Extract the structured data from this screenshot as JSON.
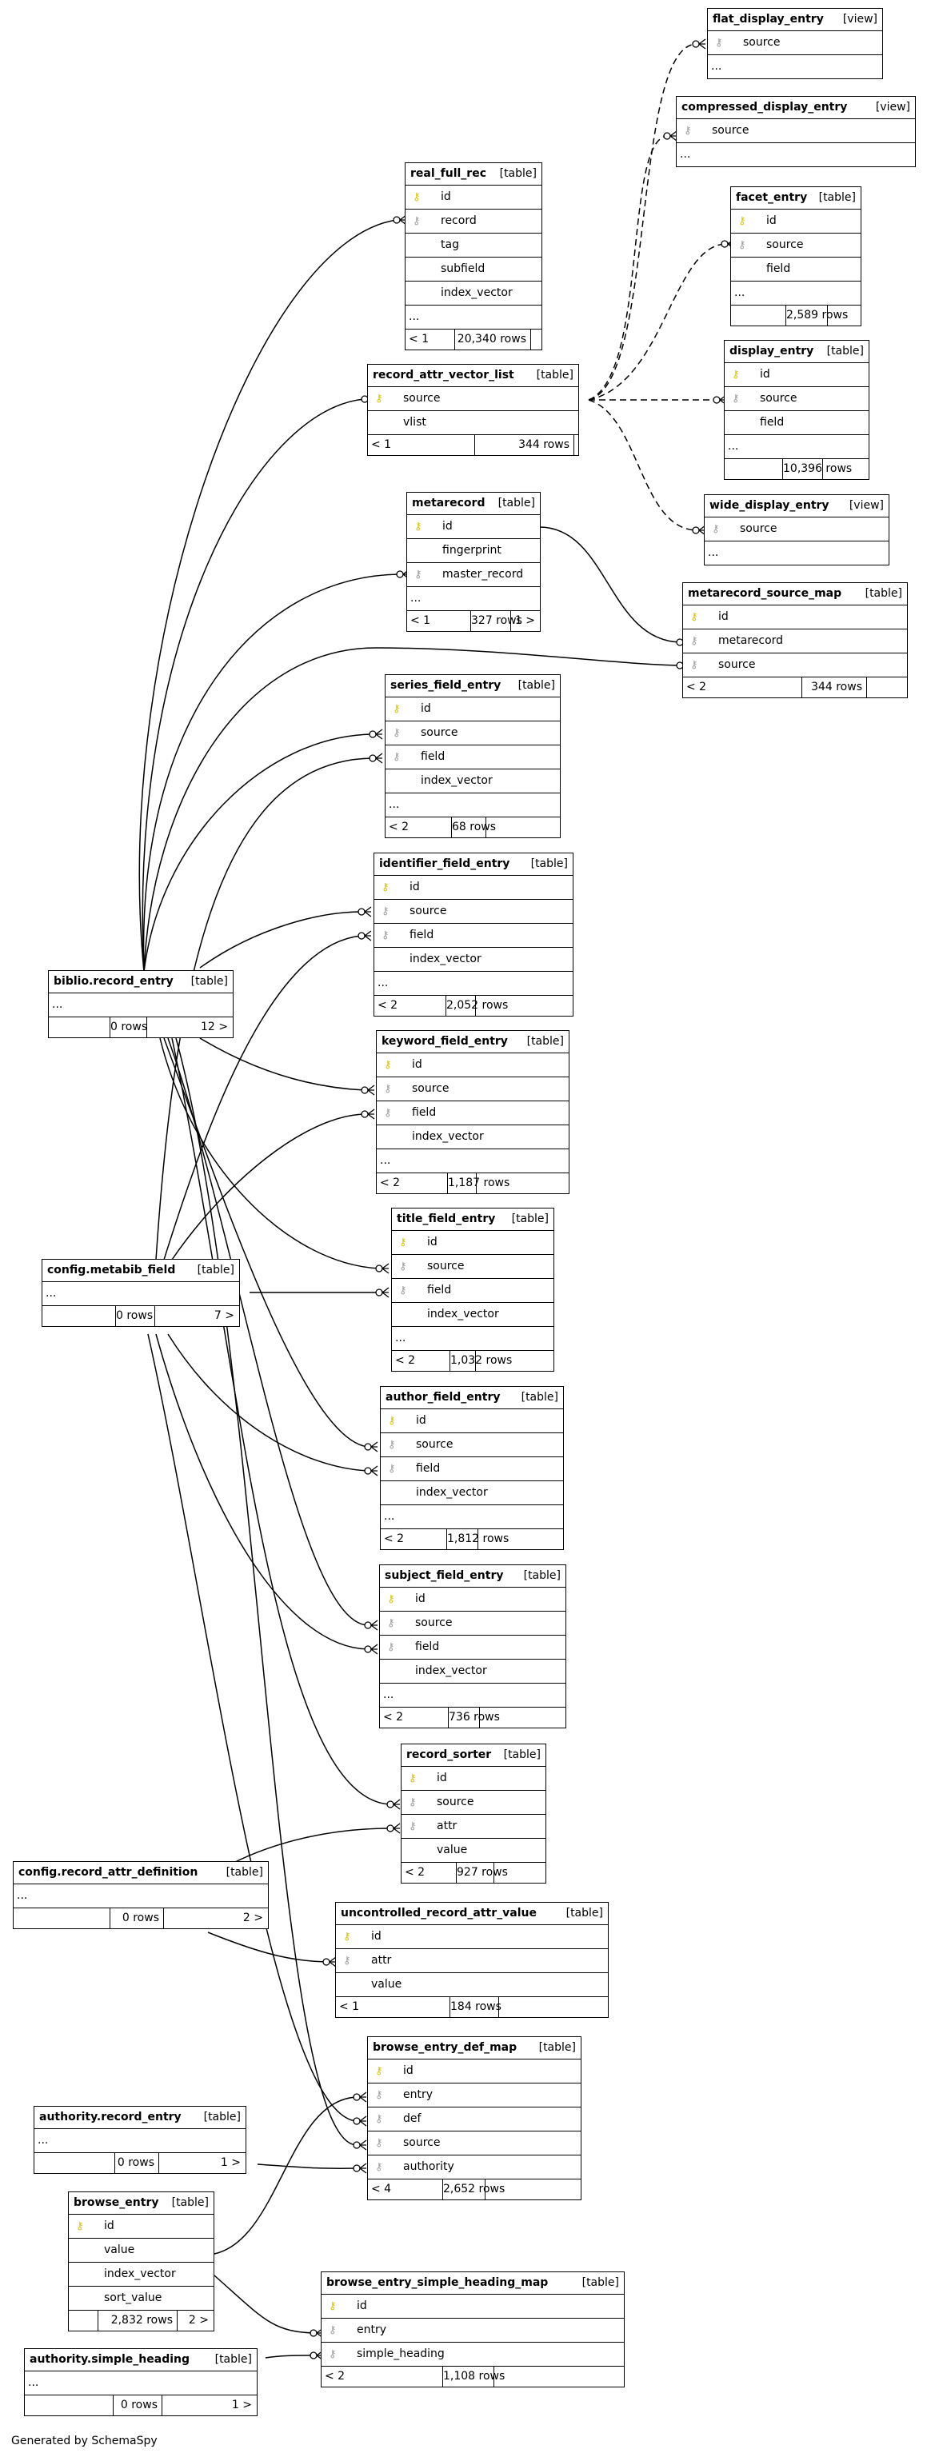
{
  "footer_text": "Generated by SchemaSpy",
  "tables": [
    {
      "id": "flat_display_entry",
      "name": "flat_display_entry",
      "type": "[view]",
      "cols": [
        {
          "k": "fk",
          "n": "source"
        },
        {
          "k": "",
          "n": "..."
        }
      ]
    },
    {
      "id": "compressed_display_entry",
      "name": "compressed_display_entry",
      "type": "[view]",
      "cols": [
        {
          "k": "fk",
          "n": "source"
        },
        {
          "k": "",
          "n": "..."
        }
      ]
    },
    {
      "id": "real_full_rec",
      "name": "real_full_rec",
      "type": "[table]",
      "cols": [
        {
          "k": "pk",
          "n": "id"
        },
        {
          "k": "fk",
          "n": "record"
        },
        {
          "k": "",
          "n": "tag"
        },
        {
          "k": "",
          "n": "subfield"
        },
        {
          "k": "",
          "n": "index_vector"
        },
        {
          "k": "",
          "n": "..."
        }
      ],
      "foot": [
        "< 1",
        "20,340 rows",
        ""
      ]
    },
    {
      "id": "facet_entry",
      "name": "facet_entry",
      "type": "[table]",
      "cols": [
        {
          "k": "pk",
          "n": "id"
        },
        {
          "k": "fk",
          "n": "source"
        },
        {
          "k": "",
          "n": "field"
        },
        {
          "k": "",
          "n": "..."
        }
      ],
      "foot": [
        "",
        "2,589 rows",
        ""
      ]
    },
    {
      "id": "record_attr_vector_list",
      "name": "record_attr_vector_list",
      "type": "[table]",
      "cols": [
        {
          "k": "pk",
          "n": "source"
        },
        {
          "k": "",
          "n": "vlist"
        }
      ],
      "foot": [
        "< 1",
        "344 rows",
        ""
      ]
    },
    {
      "id": "display_entry",
      "name": "display_entry",
      "type": "[table]",
      "cols": [
        {
          "k": "pk",
          "n": "id"
        },
        {
          "k": "fk",
          "n": "source"
        },
        {
          "k": "",
          "n": "field"
        },
        {
          "k": "",
          "n": "..."
        }
      ],
      "foot": [
        "",
        "10,396 rows",
        ""
      ]
    },
    {
      "id": "wide_display_entry",
      "name": "wide_display_entry",
      "type": "[view]",
      "cols": [
        {
          "k": "fk",
          "n": "source"
        },
        {
          "k": "",
          "n": "..."
        }
      ]
    },
    {
      "id": "metarecord",
      "name": "metarecord",
      "type": "[table]",
      "cols": [
        {
          "k": "pk",
          "n": "id"
        },
        {
          "k": "",
          "n": "fingerprint"
        },
        {
          "k": "fk",
          "n": "master_record"
        },
        {
          "k": "",
          "n": "..."
        }
      ],
      "foot": [
        "< 1",
        "327 rows",
        "1 >"
      ]
    },
    {
      "id": "metarecord_source_map",
      "name": "metarecord_source_map",
      "type": "[table]",
      "cols": [
        {
          "k": "pk",
          "n": "id"
        },
        {
          "k": "fk",
          "n": "metarecord"
        },
        {
          "k": "fk",
          "n": "source"
        }
      ],
      "foot": [
        "< 2",
        "344 rows",
        ""
      ]
    },
    {
      "id": "series_field_entry",
      "name": "series_field_entry",
      "type": "[table]",
      "cols": [
        {
          "k": "pk",
          "n": "id"
        },
        {
          "k": "fk",
          "n": "source"
        },
        {
          "k": "fk",
          "n": "field"
        },
        {
          "k": "",
          "n": "index_vector"
        },
        {
          "k": "",
          "n": "..."
        }
      ],
      "foot": [
        "< 2",
        "68 rows",
        ""
      ]
    },
    {
      "id": "identifier_field_entry",
      "name": "identifier_field_entry",
      "type": "[table]",
      "cols": [
        {
          "k": "pk",
          "n": "id"
        },
        {
          "k": "fk",
          "n": "source"
        },
        {
          "k": "fk",
          "n": "field"
        },
        {
          "k": "",
          "n": "index_vector"
        },
        {
          "k": "",
          "n": "..."
        }
      ],
      "foot": [
        "< 2",
        "2,052 rows",
        ""
      ]
    },
    {
      "id": "biblio_record_entry",
      "name": "biblio.record_entry",
      "type": "[table]",
      "cols": [
        {
          "k": "",
          "n": "..."
        }
      ],
      "foot": [
        "",
        "0 rows",
        "12 >"
      ]
    },
    {
      "id": "keyword_field_entry",
      "name": "keyword_field_entry",
      "type": "[table]",
      "cols": [
        {
          "k": "pk",
          "n": "id"
        },
        {
          "k": "fk",
          "n": "source"
        },
        {
          "k": "fk",
          "n": "field"
        },
        {
          "k": "",
          "n": "index_vector"
        },
        {
          "k": "",
          "n": "..."
        }
      ],
      "foot": [
        "< 2",
        "1,187 rows",
        ""
      ]
    },
    {
      "id": "title_field_entry",
      "name": "title_field_entry",
      "type": "[table]",
      "cols": [
        {
          "k": "pk",
          "n": "id"
        },
        {
          "k": "fk",
          "n": "source"
        },
        {
          "k": "fk",
          "n": "field"
        },
        {
          "k": "",
          "n": "index_vector"
        },
        {
          "k": "",
          "n": "..."
        }
      ],
      "foot": [
        "< 2",
        "1,032 rows",
        ""
      ]
    },
    {
      "id": "config_metabib_field",
      "name": "config.metabib_field",
      "type": "[table]",
      "cols": [
        {
          "k": "",
          "n": "..."
        }
      ],
      "foot": [
        "",
        "0 rows",
        "7 >"
      ]
    },
    {
      "id": "author_field_entry",
      "name": "author_field_entry",
      "type": "[table]",
      "cols": [
        {
          "k": "pk",
          "n": "id"
        },
        {
          "k": "fk",
          "n": "source"
        },
        {
          "k": "fk",
          "n": "field"
        },
        {
          "k": "",
          "n": "index_vector"
        },
        {
          "k": "",
          "n": "..."
        }
      ],
      "foot": [
        "< 2",
        "1,812 rows",
        ""
      ]
    },
    {
      "id": "subject_field_entry",
      "name": "subject_field_entry",
      "type": "[table]",
      "cols": [
        {
          "k": "pk",
          "n": "id"
        },
        {
          "k": "fk",
          "n": "source"
        },
        {
          "k": "fk",
          "n": "field"
        },
        {
          "k": "",
          "n": "index_vector"
        },
        {
          "k": "",
          "n": "..."
        }
      ],
      "foot": [
        "< 2",
        "736 rows",
        ""
      ]
    },
    {
      "id": "record_sorter",
      "name": "record_sorter",
      "type": "[table]",
      "cols": [
        {
          "k": "pk",
          "n": "id"
        },
        {
          "k": "fk",
          "n": "source"
        },
        {
          "k": "fk",
          "n": "attr"
        },
        {
          "k": "",
          "n": "value"
        }
      ],
      "foot": [
        "< 2",
        "927 rows",
        ""
      ]
    },
    {
      "id": "config_record_attr_definition",
      "name": "config.record_attr_definition",
      "type": "[table]",
      "cols": [
        {
          "k": "",
          "n": "..."
        }
      ],
      "foot": [
        "",
        "0 rows",
        "2 >"
      ]
    },
    {
      "id": "uncontrolled_record_attr_value",
      "name": "uncontrolled_record_attr_value",
      "type": "[table]",
      "cols": [
        {
          "k": "pk",
          "n": "id"
        },
        {
          "k": "fk",
          "n": "attr"
        },
        {
          "k": "",
          "n": "value"
        }
      ],
      "foot": [
        "< 1",
        "184 rows",
        ""
      ]
    },
    {
      "id": "browse_entry_def_map",
      "name": "browse_entry_def_map",
      "type": "[table]",
      "cols": [
        {
          "k": "pk",
          "n": "id"
        },
        {
          "k": "fk",
          "n": "entry"
        },
        {
          "k": "fk",
          "n": "def"
        },
        {
          "k": "fk",
          "n": "source"
        },
        {
          "k": "fk",
          "n": "authority"
        }
      ],
      "foot": [
        "< 4",
        "2,652 rows",
        ""
      ]
    },
    {
      "id": "authority_record_entry",
      "name": "authority.record_entry",
      "type": "[table]",
      "cols": [
        {
          "k": "",
          "n": "..."
        }
      ],
      "foot": [
        "",
        "0 rows",
        "1 >"
      ]
    },
    {
      "id": "browse_entry",
      "name": "browse_entry",
      "type": "[table]",
      "cols": [
        {
          "k": "pk",
          "n": "id"
        },
        {
          "k": "",
          "n": "value"
        },
        {
          "k": "",
          "n": "index_vector"
        },
        {
          "k": "",
          "n": "sort_value"
        }
      ],
      "foot": [
        "",
        "2,832 rows",
        "2 >"
      ]
    },
    {
      "id": "browse_entry_simple_heading_map",
      "name": "browse_entry_simple_heading_map",
      "type": "[table]",
      "cols": [
        {
          "k": "pk",
          "n": "id"
        },
        {
          "k": "fk",
          "n": "entry"
        },
        {
          "k": "fk",
          "n": "simple_heading"
        }
      ],
      "foot": [
        "< 2",
        "1,108 rows",
        ""
      ]
    },
    {
      "id": "authority_simple_heading",
      "name": "authority.simple_heading",
      "type": "[table]",
      "cols": [
        {
          "k": "",
          "n": "..."
        }
      ],
      "foot": [
        "",
        "0 rows",
        "1 >"
      ]
    }
  ]
}
